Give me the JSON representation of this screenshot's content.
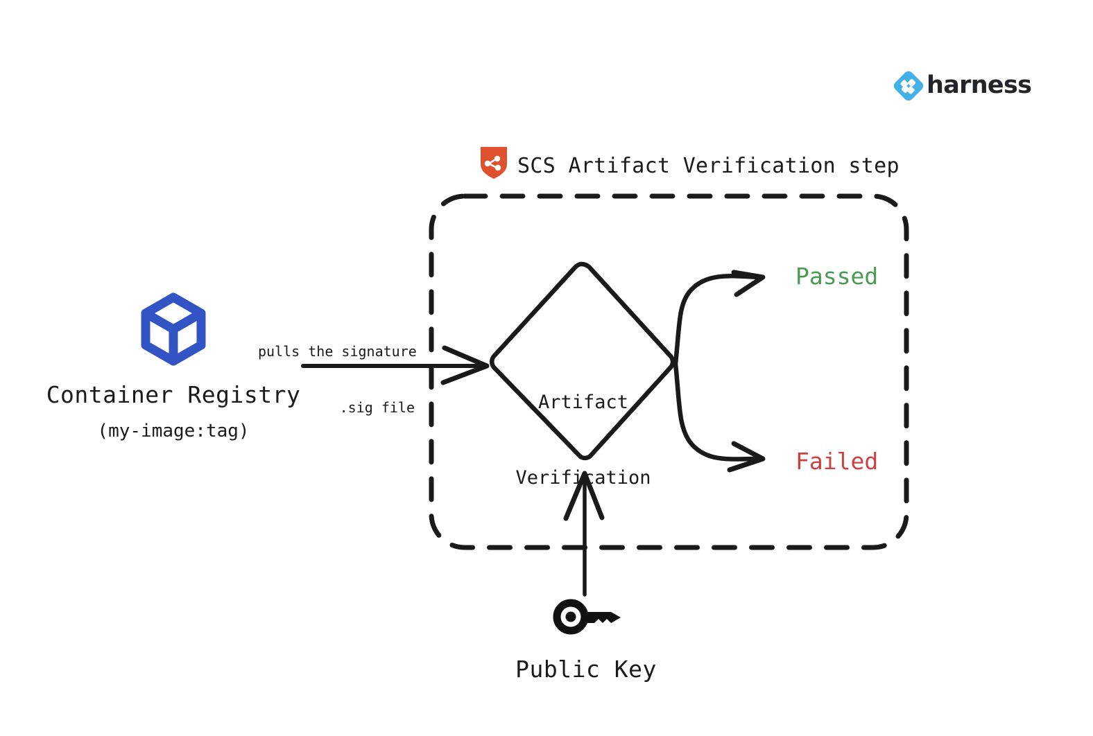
{
  "brand": {
    "name": "harness",
    "logo_icon": "harness-diamond-icon",
    "logo_color": "#45b0e8",
    "wordmark_color": "#22262a"
  },
  "step": {
    "icon": "harness-scs-shield-icon",
    "icon_color": "#e0512f",
    "title": "SCS Artifact Verification step"
  },
  "sources": {
    "registry": {
      "icon": "container-cube-icon",
      "icon_color": "#3254c5",
      "title": "Container Registry",
      "subtitle": "(my-image:tag)"
    },
    "public_key": {
      "icon": "key-icon",
      "icon_color": "#111111",
      "label": "Public Key"
    }
  },
  "edges": {
    "pull_signature_label_line1": "pulls the signature",
    "pull_signature_label_line2": ".sig file"
  },
  "decision": {
    "line1": "Artifact",
    "line2": "Verification"
  },
  "outcomes": [
    {
      "label": "Passed",
      "color": "#4a9a54"
    },
    {
      "label": "Failed",
      "color": "#cf4040"
    }
  ],
  "styles": {
    "stroke_color": "#1a1a1a",
    "background": "#ffffff",
    "dashed_border": "dashed"
  }
}
